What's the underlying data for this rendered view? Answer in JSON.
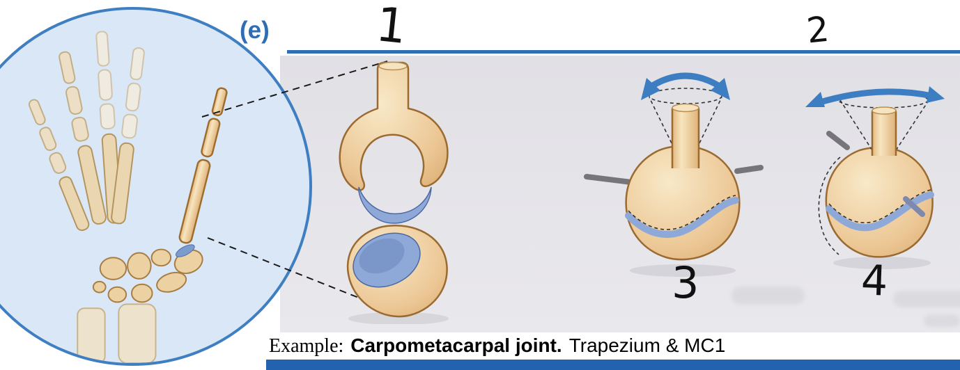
{
  "header": {
    "panel_label": "(e)"
  },
  "annotations": {
    "step1": "1",
    "step2": "2",
    "step3": "3",
    "step4": "4"
  },
  "caption": {
    "prefix": "Example:",
    "joint_name": "Carpometacarpal joint.",
    "bones": "Trapezium & MC1"
  },
  "illustrations": {
    "inset": "hand-skeleton-with-thumb-cmc-joint",
    "separated": "saddle-joint-bones-separated",
    "motion_a": "saddle-joint-rocking-on-axis",
    "motion_b": "saddle-joint-tilting-on-axis"
  },
  "colors": {
    "accent_blue": "#2e6eb5",
    "bar_blue": "#2262ae",
    "panel_gray": "#e4e3e8",
    "circle_fill": "#d9e7f6",
    "circle_border": "#3f7fc1",
    "bone": "#ecc795",
    "bone_outline": "#9a6a30",
    "cartilage_blue": "#8ea9d8",
    "axis_gray": "#75757a",
    "arrow_blue": "#3d7ec2",
    "ink": "#111111"
  }
}
